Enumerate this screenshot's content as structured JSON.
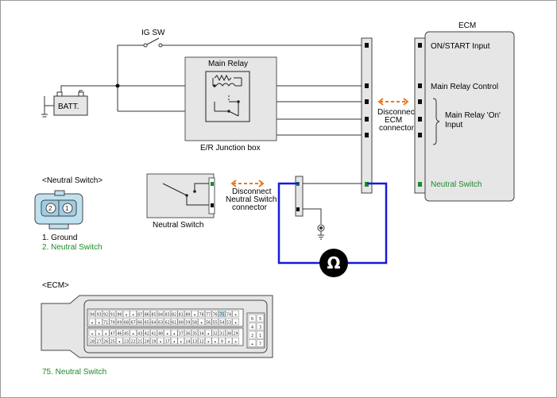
{
  "labels": {
    "ig_sw": "IG SW",
    "main_relay": "Main Relay",
    "batt": "BATT.",
    "junction_box": "E/R Junction box",
    "ecm_title": "ECM",
    "on_start_input": "ON/START Input",
    "main_relay_control": "Main Relay Control",
    "main_relay_on_input": [
      "Main Relay 'On'",
      "Input"
    ],
    "neutral_switch_ecm": "Neutral Switch",
    "disconnect_ecm": [
      "Disconnect",
      "ECM",
      "connector"
    ],
    "disconnect_ns": [
      "Disconnect",
      "Neutral Switch",
      "connector"
    ],
    "neutral_switch_comp": "Neutral Switch",
    "ns_connector_title": "<Neutral Switch>",
    "ns_pin1": "1. Ground",
    "ns_pin2": "2. Neutral Switch",
    "ns_pin_numbers": [
      "2",
      "1"
    ],
    "ecm_connector_title": "<ECM>",
    "ecm_pin75": "75. Neutral Switch",
    "meter_symbol": "Ω"
  },
  "ecm_pins": {
    "row1": [
      "94",
      "93",
      "92",
      "91",
      "90",
      "★",
      "★",
      "87",
      "86",
      "85",
      "84",
      "83",
      "82",
      "81",
      "80",
      "★",
      "78",
      "77",
      "76",
      "75",
      "74",
      "★"
    ],
    "row2": [
      "★",
      "★",
      "71",
      "70",
      "69",
      "68",
      "67",
      "66",
      "65",
      "64",
      "63",
      "62",
      "61",
      "60",
      "59",
      "58",
      "★",
      "56",
      "55",
      "54",
      "53",
      "★"
    ],
    "row3": [
      "★",
      "★",
      "★",
      "47",
      "46",
      "45",
      "★",
      "43",
      "42",
      "41",
      "40",
      "★",
      "★",
      "37",
      "36",
      "35",
      "34",
      "★",
      "32",
      "31",
      "30",
      "29"
    ],
    "row4": [
      "28",
      "27",
      "26",
      "25",
      "★",
      "23",
      "22",
      "21",
      "20",
      "19",
      "★",
      "17",
      "★",
      "★",
      "14",
      "13",
      "12",
      "★",
      "★",
      "9",
      "★",
      "★"
    ],
    "side": [
      [
        "6",
        "5"
      ],
      [
        "4",
        "3"
      ],
      [
        "2",
        "1"
      ],
      [
        "★",
        "7"
      ]
    ]
  },
  "colors": {
    "wire": "#333333",
    "meter_loop": "#1a1ad8",
    "disconnect_arrow": "#ee7722",
    "green_text": "#1c8a2a",
    "component_fill": "#e6e6e6",
    "highlight_pin": "#bfe0ef"
  }
}
